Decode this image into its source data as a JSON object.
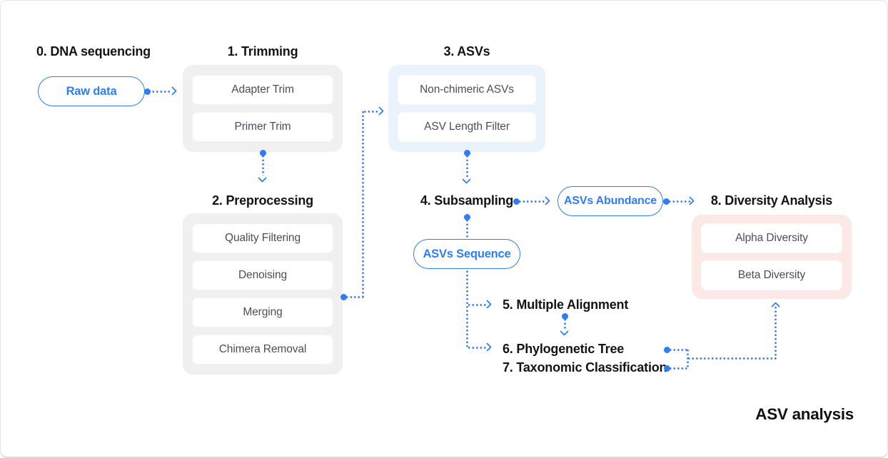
{
  "title": "ASV analysis",
  "colors": {
    "accent_blue": "#2E7DF5",
    "group_box_gray": "#F0F0F1",
    "group_box_blue": "#EAF2FC",
    "group_box_pink": "#FCE9E7"
  },
  "nodes": {
    "dna_sequencing": {
      "heading": "0. DNA sequencing",
      "pill": "Raw data"
    },
    "trimming": {
      "heading": "1. Trimming",
      "cards": [
        "Adapter Trim",
        "Primer Trim"
      ]
    },
    "preprocessing": {
      "heading": "2. Preprocessing",
      "cards": [
        "Quality Filtering",
        "Denoising",
        "Merging",
        "Chimera Removal"
      ]
    },
    "asvs": {
      "heading": "3. ASVs",
      "cards": [
        "Non-chimeric ASVs",
        "ASV Length Filter"
      ]
    },
    "subsampling": {
      "heading": "4. Subsampling",
      "pill_abundance": "ASVs Abundance",
      "pill_sequence": "ASVs Sequence"
    },
    "multiple_alignment": {
      "heading": "5. Multiple Alignment"
    },
    "phylogenetic_tree": {
      "heading": "6. Phylogenetic Tree"
    },
    "taxonomic_classification": {
      "heading": "7. Taxonomic Classification"
    },
    "diversity_analysis": {
      "heading": "8. Diversity Analysis",
      "cards": [
        "Alpha Diversity",
        "Beta Diversity"
      ]
    }
  }
}
